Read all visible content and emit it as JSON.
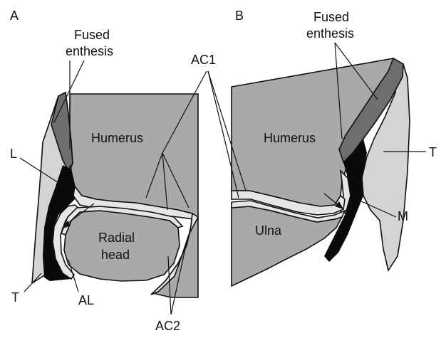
{
  "colors": {
    "bone": "#a9a9a9",
    "cartilage": "#e6e6e6",
    "tendon": "#d4d4d4",
    "fibrocartilage": "#6e6e6e",
    "black": "#0a0a0a",
    "line": "#111111"
  },
  "panel_a": {
    "label": "A",
    "fused_enthesis_1": "Fused",
    "fused_enthesis_2": "enthesis",
    "ac1": "AC1",
    "ac2": "AC2",
    "humerus": "Humerus",
    "radial_1": "Radial",
    "radial_2": "head",
    "l": "L",
    "t": "T",
    "al": "AL"
  },
  "panel_b": {
    "label": "B",
    "fused_enthesis_1": "Fused",
    "fused_enthesis_2": "enthesis",
    "humerus": "Humerus",
    "ulna": "Ulna",
    "t": "T",
    "m": "M"
  }
}
